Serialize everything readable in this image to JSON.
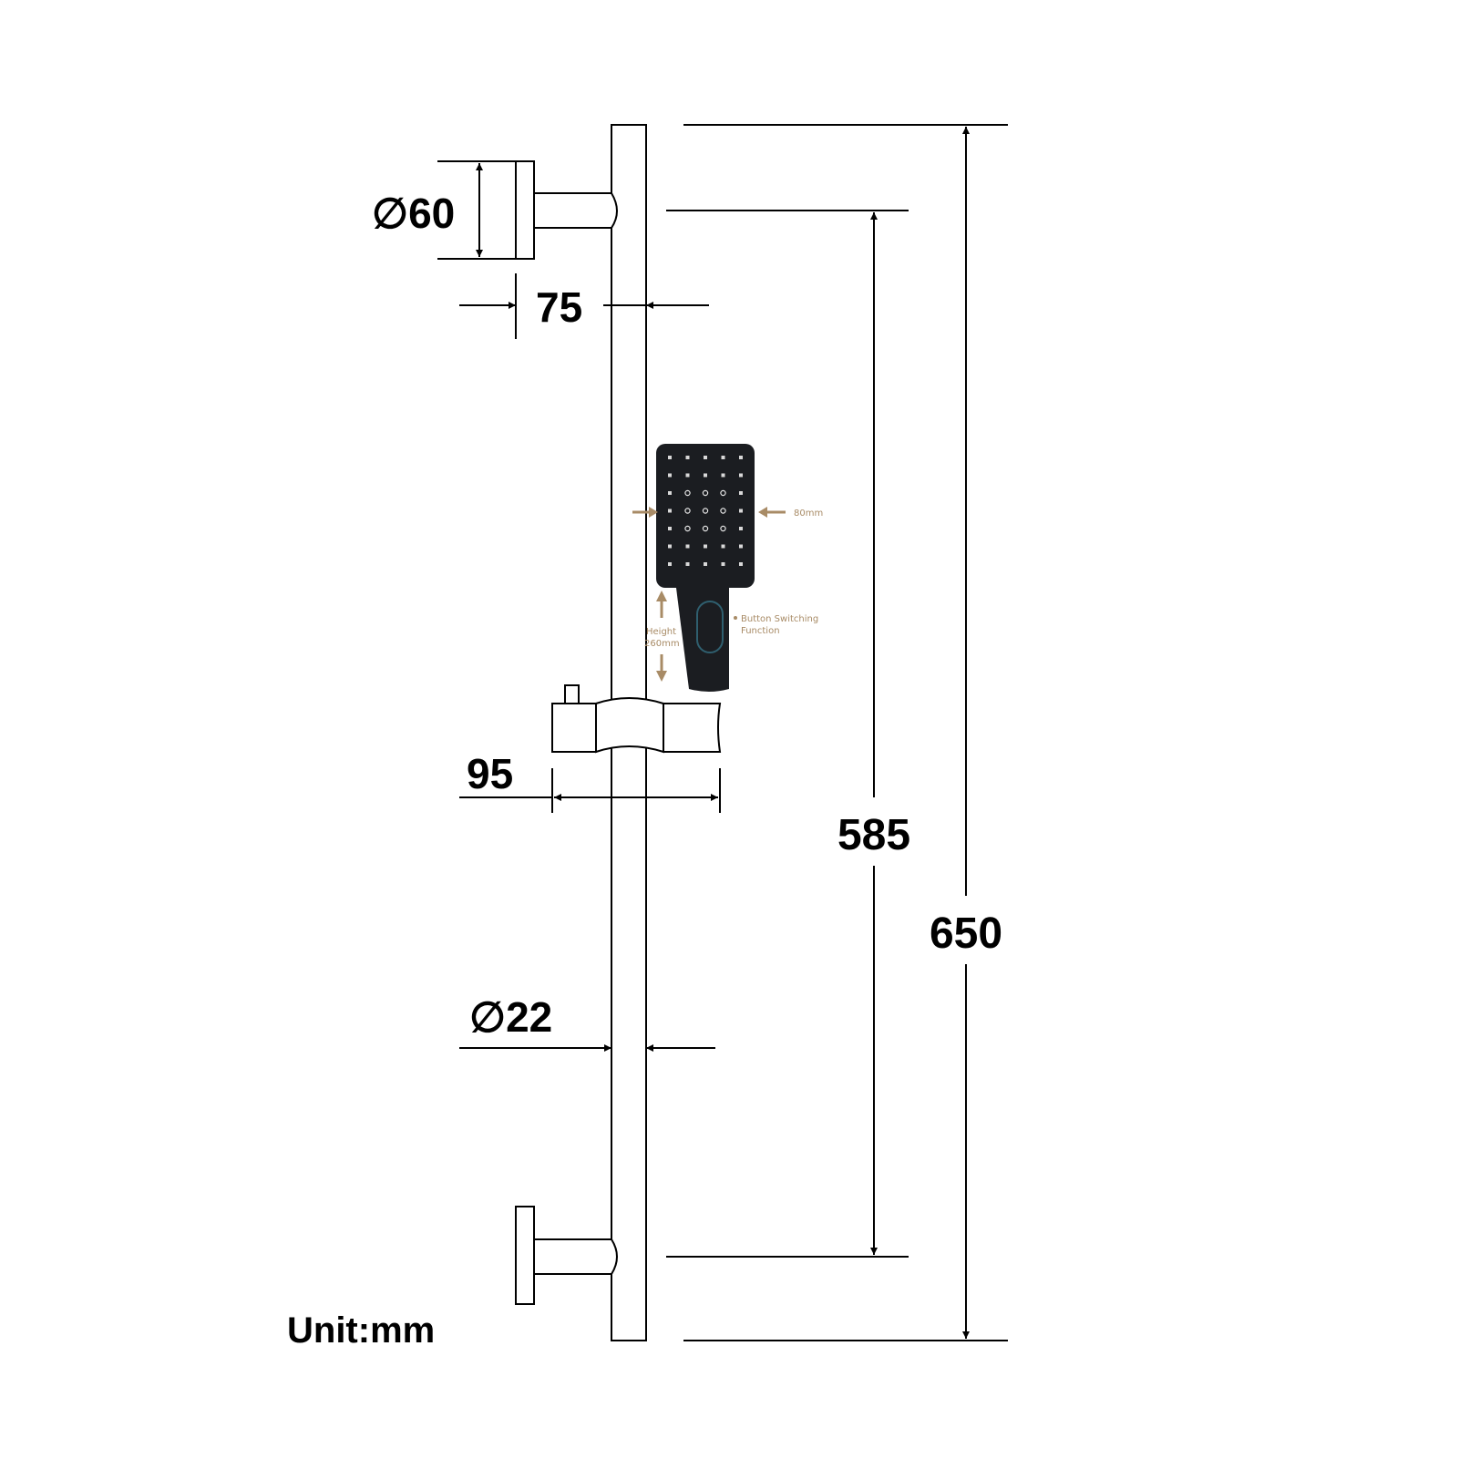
{
  "dimensions": {
    "bracket_diameter": "60",
    "bracket_offset": "75",
    "holder_width": "95",
    "bar_diameter": "22",
    "bracket_spacing": "585",
    "bar_length": "650",
    "diameter_symbol": "∅"
  },
  "unit_label": "Unit:mm",
  "hand_shower": {
    "width_label": "80mm",
    "height_label_line1": "Height",
    "height_label_line2": "260mm",
    "button_label_line1": "Button Switching",
    "button_label_line2": "Function",
    "accent_color": "#a88b66",
    "body_color": "#1b1d21"
  }
}
